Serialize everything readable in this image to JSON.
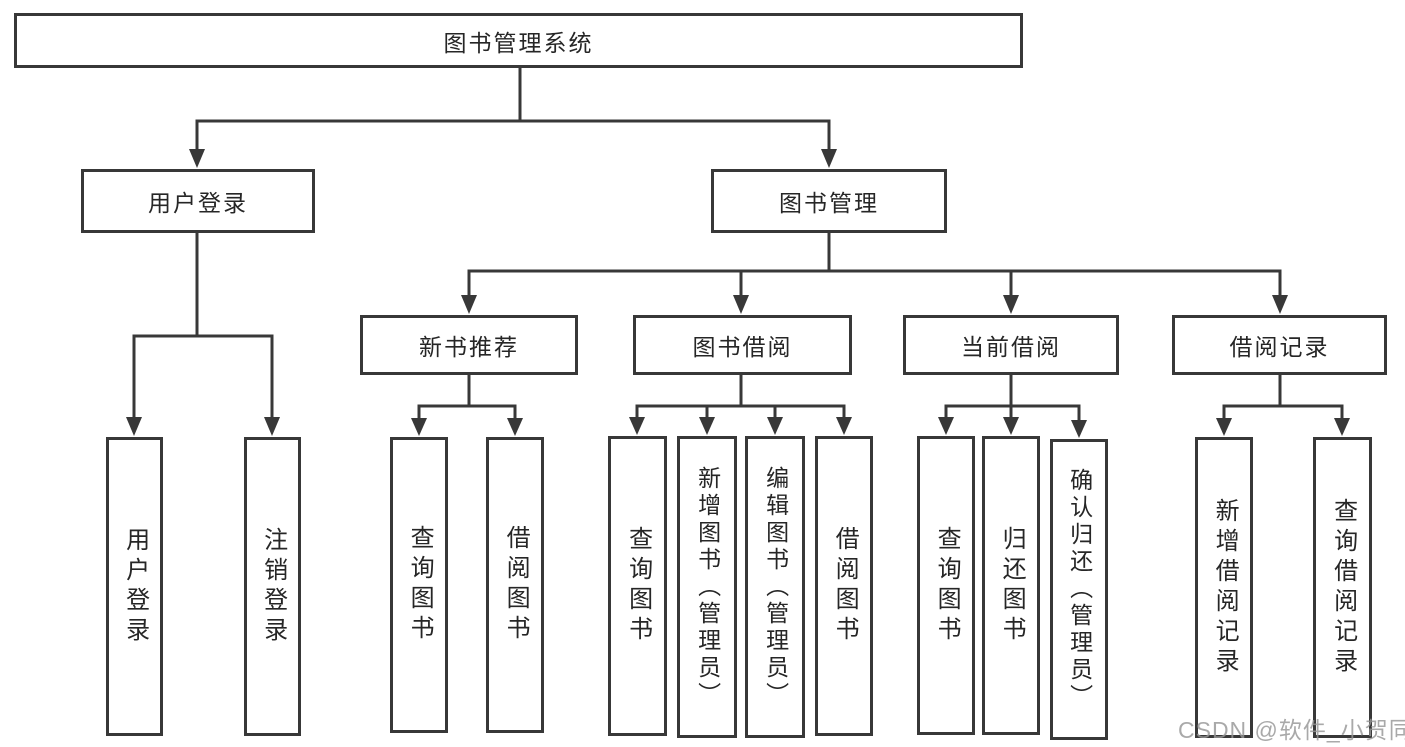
{
  "tree": {
    "root": {
      "label": "图书管理系统"
    },
    "level1": [
      {
        "label": "用户登录"
      },
      {
        "label": "图书管理"
      }
    ],
    "level2": [
      {
        "label": "新书推荐"
      },
      {
        "label": "图书借阅"
      },
      {
        "label": "当前借阅"
      },
      {
        "label": "借阅记录"
      }
    ],
    "groups": {
      "user_login": [
        {
          "label": "用户登录"
        },
        {
          "label": "注销登录"
        }
      ],
      "new_book": [
        {
          "label": "查询图书"
        },
        {
          "label": "借阅图书"
        }
      ],
      "book_borrow": [
        {
          "label": "查询图书"
        },
        {
          "label": "新增图书（管理员）"
        },
        {
          "label": "编辑图书（管理员）"
        },
        {
          "label": "借阅图书"
        }
      ],
      "current_borrow": [
        {
          "label": "查询图书"
        },
        {
          "label": "归还图书"
        },
        {
          "label": "确认归还（管理员）"
        }
      ],
      "borrow_record": [
        {
          "label": "新增借阅记录"
        },
        {
          "label": "查询借阅记录"
        }
      ]
    }
  },
  "watermark": {
    "text": "CSDN @软件_小贺同学"
  },
  "colors": {
    "line": "#383838",
    "border": "#383838",
    "text": "#262626",
    "node_bg": "#ffffff",
    "watermark": "#969696",
    "background": "#ffffff"
  }
}
